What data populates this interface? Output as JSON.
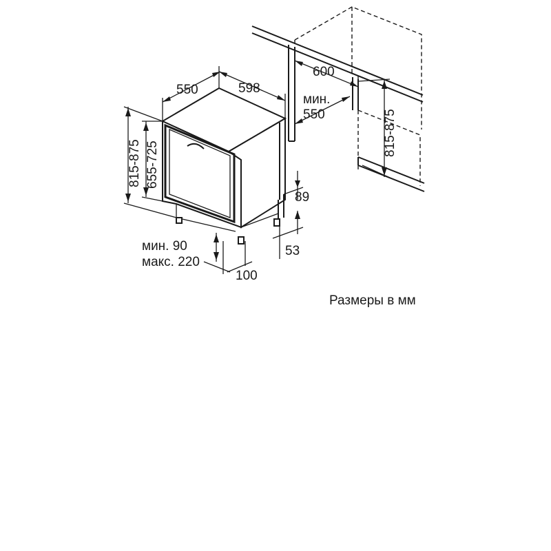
{
  "labels": {
    "depth": "550",
    "width": "598",
    "niche_width": "600",
    "niche_depth_min_prefix": "мин.",
    "niche_depth_min": "550",
    "height_left": "815-875",
    "door_height": "655-725",
    "height_right": "815-875",
    "plinth_min": "мин. 90",
    "plinth_max": "макс. 220",
    "foot_height": "89",
    "foot_offset": "53",
    "foot_depth": "100"
  },
  "caption": "Размеры в мм"
}
